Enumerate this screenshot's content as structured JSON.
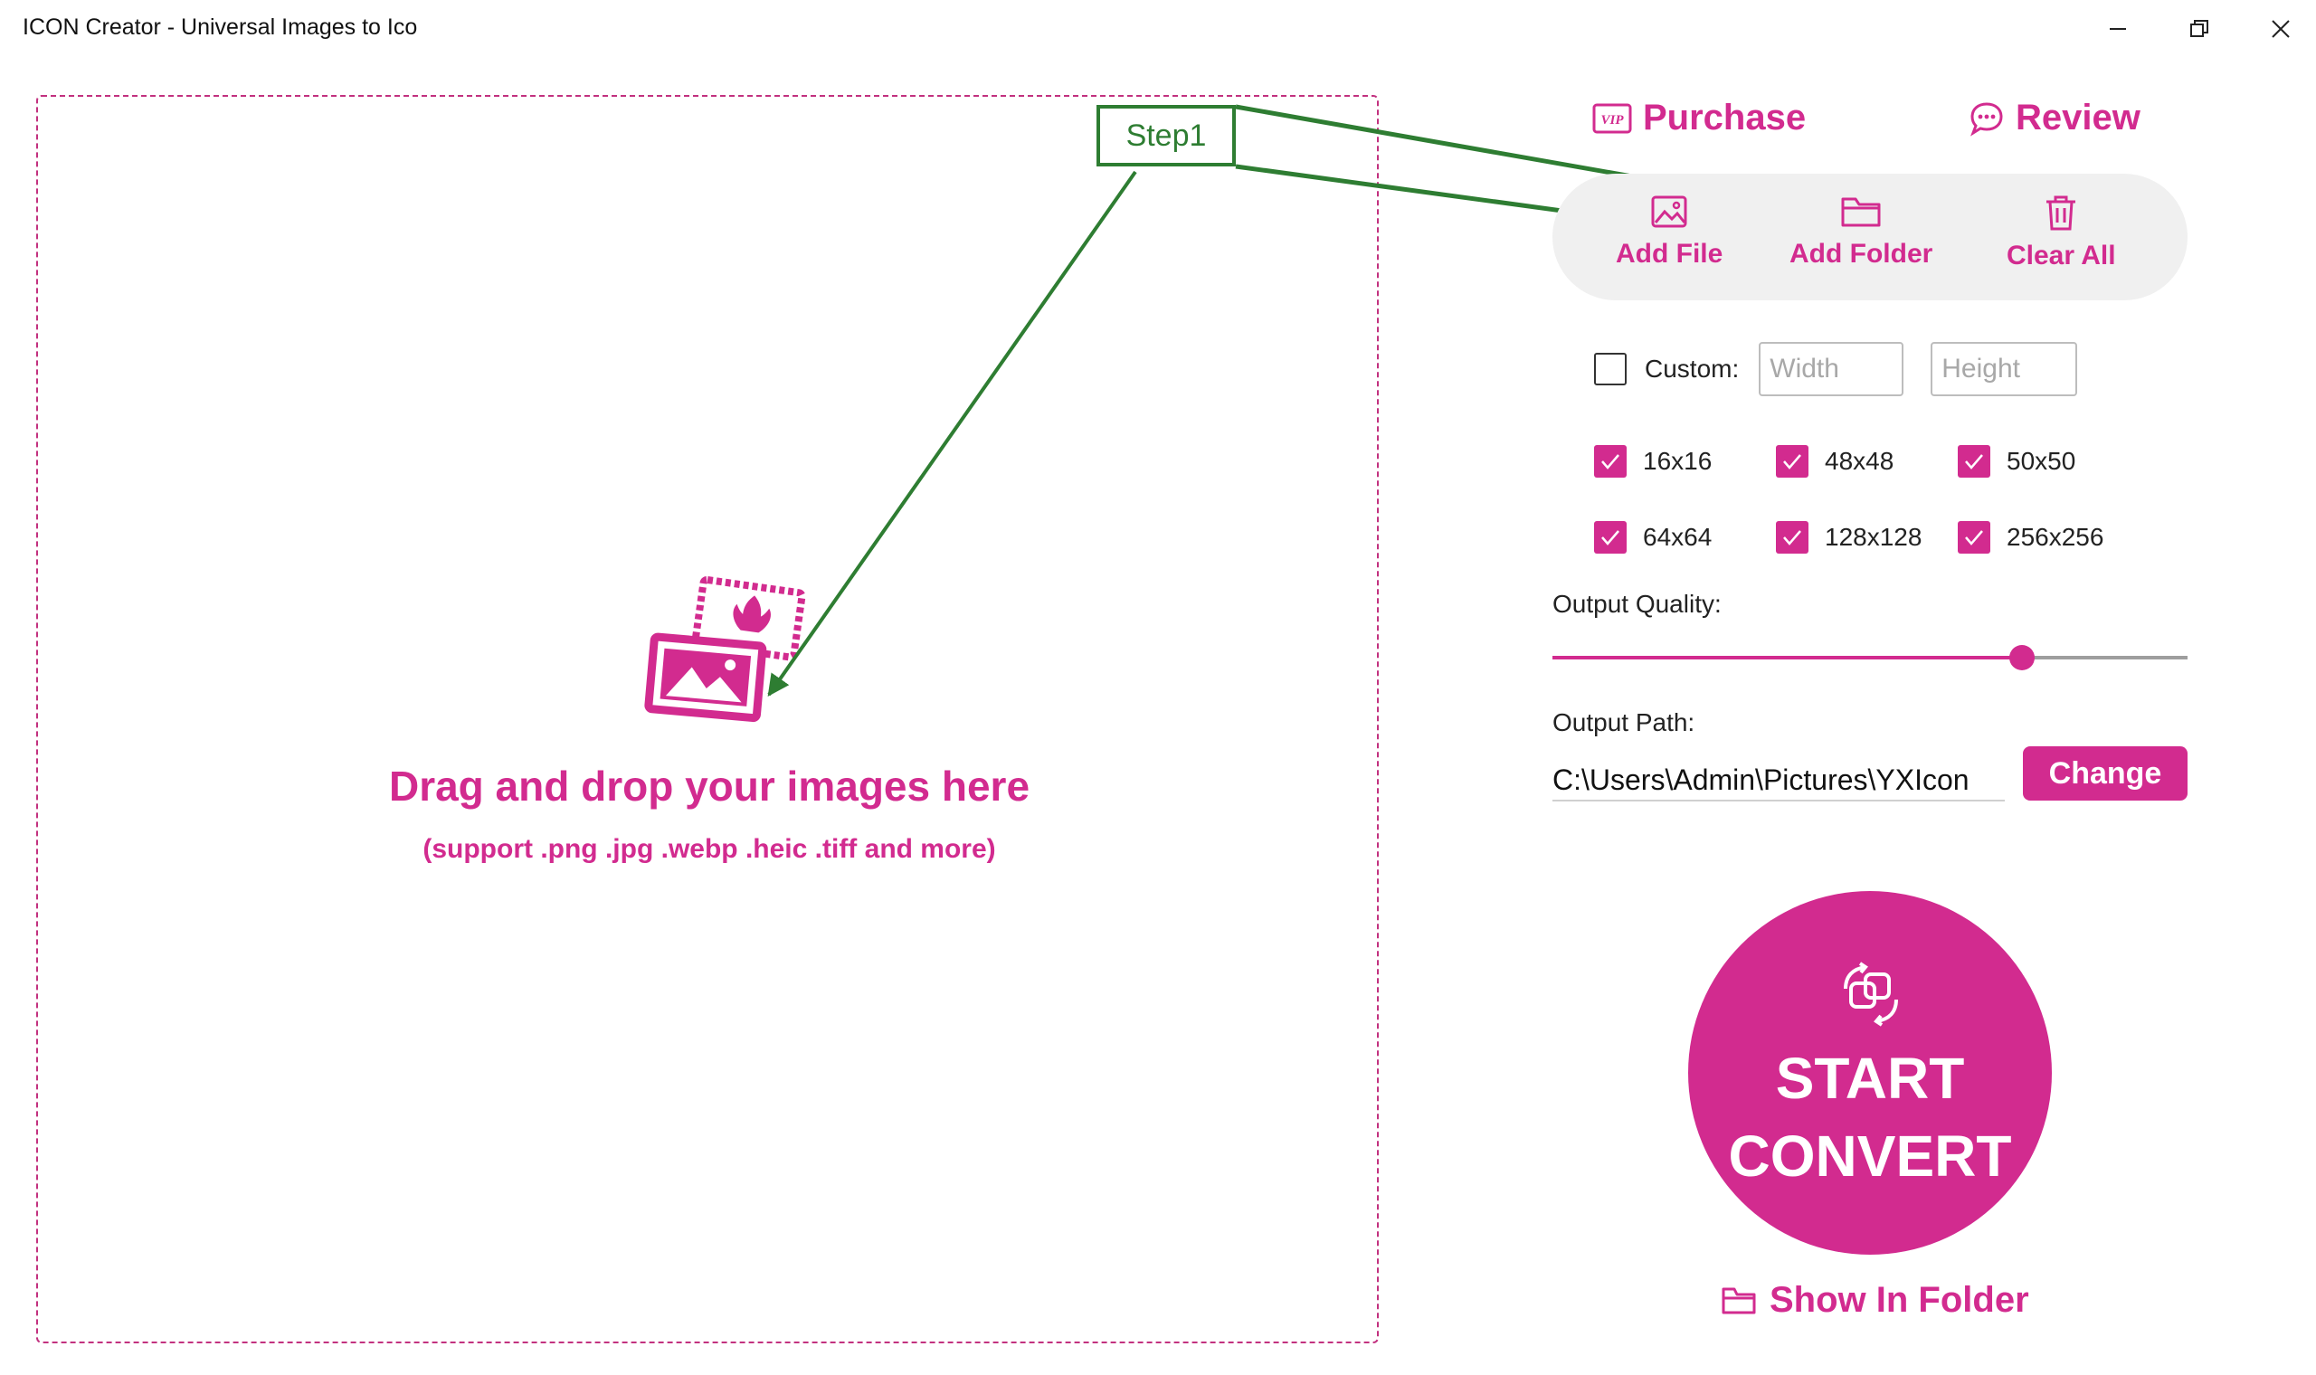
{
  "window": {
    "title": "ICON Creator - Universal Images to Ico"
  },
  "dropzone": {
    "title": "Drag and drop your images here",
    "subtitle": "(support .png .jpg .webp .heic .tiff and more)"
  },
  "annotation": {
    "step_label": "Step1",
    "color": "#2e7d32"
  },
  "header_links": {
    "purchase": "Purchase",
    "review": "Review",
    "vip_badge": "VIP"
  },
  "actions": {
    "add_file": "Add File",
    "add_folder": "Add Folder",
    "clear_all": "Clear All"
  },
  "custom_size": {
    "label": "Custom:",
    "checked": false,
    "width_placeholder": "Width",
    "height_placeholder": "Height"
  },
  "sizes": [
    {
      "label": "16x16",
      "checked": true
    },
    {
      "label": "48x48",
      "checked": true
    },
    {
      "label": "50x50",
      "checked": true
    },
    {
      "label": "64x64",
      "checked": true
    },
    {
      "label": "128x128",
      "checked": true
    },
    {
      "label": "256x256",
      "checked": true
    }
  ],
  "quality": {
    "label": "Output Quality:",
    "value": 0.74
  },
  "output_path": {
    "label": "Output Path:",
    "value": "C:\\Users\\Admin\\Pictures\\YXIcon",
    "change_label": "Change"
  },
  "start": {
    "line1": "START",
    "line2": "CONVERT"
  },
  "show_in_folder": "Show In Folder",
  "colors": {
    "accent": "#d22b8f",
    "pill_bg": "#f0f0f0",
    "annotation": "#2e7d32"
  }
}
